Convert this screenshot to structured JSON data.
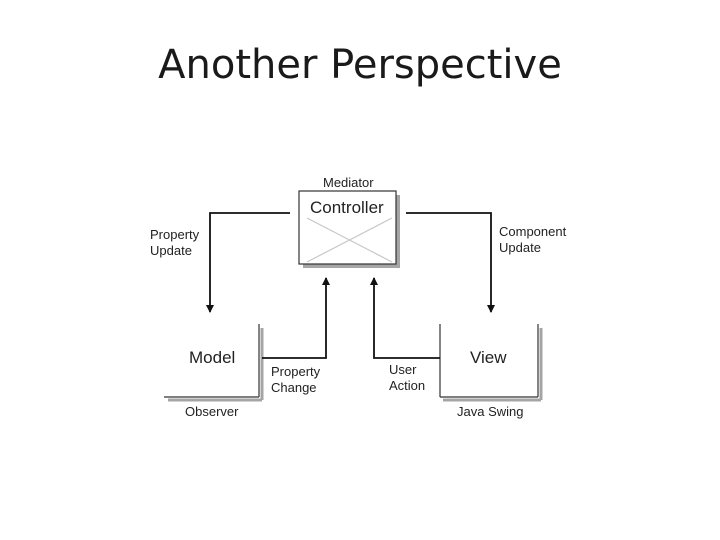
{
  "slide": {
    "title": "Another Perspective"
  },
  "diagram": {
    "controller": {
      "title": "Controller",
      "stereotype": "Mediator"
    },
    "model": {
      "title": "Model",
      "caption": "Observer"
    },
    "view": {
      "title": "View",
      "caption": "Java Swing"
    },
    "edges": {
      "property_update": "Property Update",
      "component_update": "Component Update",
      "property_change": "Property Change",
      "user_action": "User Action"
    },
    "colors": {
      "line": "#111111",
      "box_shadow": "#9a9a9a",
      "cross": "#c8c8c8"
    }
  }
}
